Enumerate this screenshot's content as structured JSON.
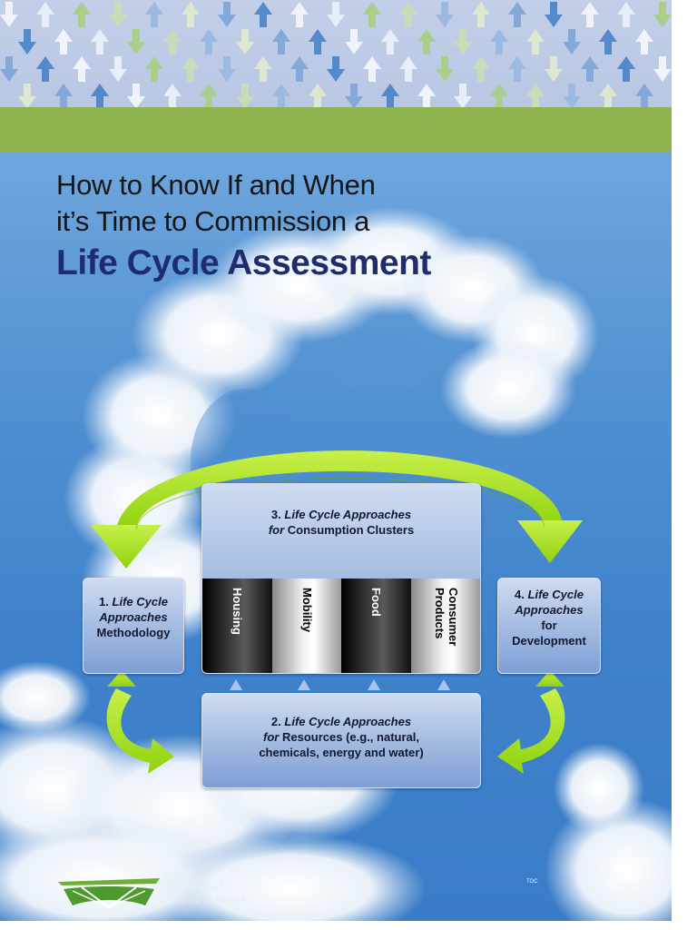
{
  "title": {
    "line1": "How to Know If and When",
    "line2": "it’s Time to Commission a",
    "line3": "Life Cycle Assessment"
  },
  "boxes": {
    "methodology": {
      "number": "1.",
      "italic": "Life Cycle Approaches",
      "label": "Methodology"
    },
    "resources": {
      "number": "2.",
      "italic_a": "Life Cycle Approaches",
      "italic_b": "for",
      "label_a": "Resources (e.g., natural,",
      "label_b": "chemicals, energy and water)"
    },
    "consumption": {
      "number": "3.",
      "italic_a": "Life Cycle Approaches",
      "italic_b": "for",
      "label": "Consumption Clusters",
      "clusters": [
        "Housing",
        "Mobility",
        "Food"
      ],
      "cluster4_line1": "Consumer",
      "cluster4_line2": "Products"
    },
    "development": {
      "number": "4.",
      "italic_a": "Life Cycle",
      "italic_b": "Approaches",
      "line_for": "for",
      "label": "Development"
    }
  },
  "footer": {
    "logo_line1": "CHEMICAL",
    "logo_line2": "ASSOCIATIONS",
    "toc": "TOC"
  },
  "colors": {
    "green_band": "#8fb34f",
    "arrow_green": "#a6e21f",
    "title_blue": "#1f2d6e",
    "sky_blue": "#4f8fd1"
  }
}
